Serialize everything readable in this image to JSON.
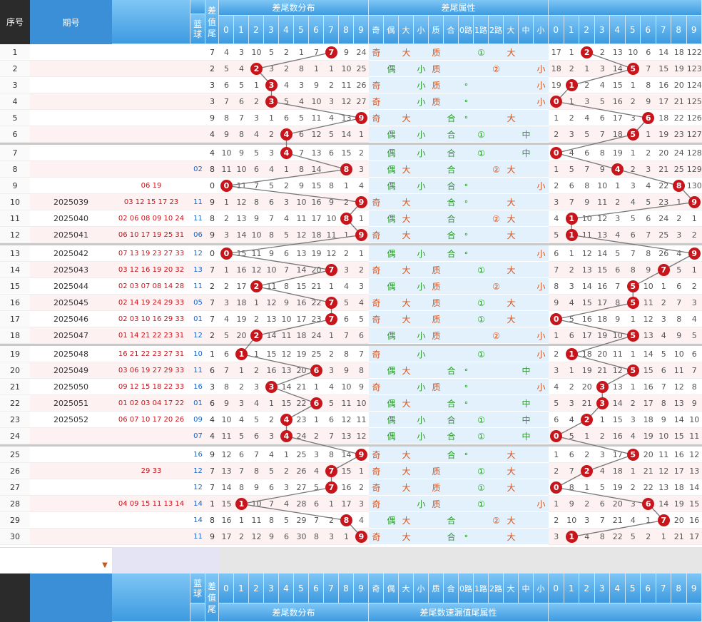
{
  "header": {
    "seq": "序号",
    "period": "期号",
    "blue": "蓝球",
    "diff": "差值尾",
    "dist_title": "差尾数分布",
    "attr_title": "差尾属性",
    "digits": [
      "0",
      "1",
      "2",
      "3",
      "4",
      "5",
      "6",
      "7",
      "8",
      "9"
    ],
    "attrs": [
      "奇",
      "偶",
      "大",
      "小",
      "质",
      "合",
      "0路",
      "1路",
      "2路",
      "大",
      "中",
      "小"
    ]
  },
  "footer": {
    "blue": "蓝球",
    "diff": "差值尾",
    "dist_title": "差尾数分布",
    "attr_title": "差尾数速漏值尾属性"
  },
  "rows": [
    {
      "seq": "1",
      "period": "",
      "reds": "",
      "blue": "",
      "diff": "7",
      "miss": [
        4,
        3,
        10,
        5,
        2,
        1,
        7,
        "",
        9,
        24
      ],
      "attr": [
        "奇",
        "",
        "大",
        "",
        "质",
        "",
        "",
        "①",
        "",
        "大",
        "",
        ""
      ],
      "miss2": [
        17,
        1,
        0,
        2,
        13,
        10,
        6,
        14,
        18,
        122
      ]
    },
    {
      "seq": "2",
      "period": "",
      "reds": "",
      "blue": "",
      "diff": "2",
      "miss": [
        5,
        4,
        "",
        3,
        2,
        8,
        1,
        1,
        10,
        25
      ],
      "attr": [
        "",
        "偶",
        "",
        "小",
        "质",
        "",
        "",
        "",
        "②",
        "",
        "",
        "小"
      ],
      "miss2": [
        18,
        2,
        1,
        3,
        14,
        "",
        7,
        15,
        19,
        123
      ]
    },
    {
      "seq": "3",
      "period": "",
      "reds": "",
      "blue": "",
      "diff": "3",
      "miss": [
        6,
        5,
        1,
        "",
        4,
        3,
        9,
        2,
        11,
        26
      ],
      "attr": [
        "奇",
        "",
        "",
        "小",
        "质",
        "",
        "⚬",
        "",
        "",
        "",
        "",
        "小"
      ],
      "miss2": [
        19,
        "",
        2,
        4,
        15,
        1,
        8,
        16,
        20,
        124
      ]
    },
    {
      "seq": "4",
      "period": "",
      "reds": "",
      "blue": "",
      "diff": "3",
      "miss": [
        7,
        6,
        2,
        "",
        5,
        4,
        10,
        3,
        12,
        27
      ],
      "attr": [
        "奇",
        "",
        "",
        "小",
        "质",
        "",
        "⚬",
        "",
        "",
        "",
        "",
        "小"
      ],
      "miss2": [
        "",
        1,
        3,
        5,
        16,
        2,
        9,
        17,
        21,
        125
      ]
    },
    {
      "seq": "5",
      "period": "",
      "reds": "",
      "blue": "",
      "diff": "9",
      "miss": [
        8,
        7,
        3,
        1,
        6,
        5,
        11,
        4,
        13,
        ""
      ],
      "attr": [
        "奇",
        "",
        "大",
        "",
        "",
        "合",
        "⚬",
        "",
        "",
        "大",
        "",
        ""
      ],
      "miss2": [
        1,
        2,
        4,
        6,
        17,
        3,
        "",
        18,
        22,
        126
      ]
    },
    {
      "seq": "6",
      "period": "",
      "reds": "",
      "blue": "",
      "diff": "4",
      "miss": [
        9,
        8,
        4,
        2,
        "",
        6,
        12,
        5,
        14,
        1
      ],
      "attr": [
        "",
        "偶",
        "",
        "小",
        "",
        "合",
        "",
        "①",
        "",
        "",
        "中",
        ""
      ],
      "miss2": [
        2,
        3,
        5,
        7,
        18,
        "",
        1,
        19,
        23,
        127
      ]
    },
    {
      "seq": "7",
      "period": "",
      "reds": "",
      "blue": "",
      "diff": "4",
      "miss": [
        10,
        9,
        5,
        3,
        "",
        7,
        13,
        6,
        15,
        2
      ],
      "attr": [
        "",
        "偶",
        "",
        "小",
        "",
        "合",
        "",
        "①",
        "",
        "",
        "中",
        ""
      ],
      "miss2": [
        "",
        4,
        6,
        8,
        19,
        1,
        2,
        20,
        24,
        128
      ]
    },
    {
      "seq": "8",
      "period": "",
      "reds": "",
      "blue": "02",
      "diff": "8",
      "miss": [
        11,
        10,
        6,
        4,
        1,
        8,
        14,
        "",
        16,
        3
      ],
      "attr": [
        "",
        "偶",
        "大",
        "",
        "",
        "合",
        "",
        "",
        "②",
        "大",
        "",
        ""
      ],
      "miss2": [
        1,
        5,
        7,
        9,
        "",
        2,
        3,
        21,
        25,
        129
      ]
    },
    {
      "seq": "9",
      "period": "",
      "reds": "06 19",
      "blue": "",
      "diff": "0",
      "miss": [
        "",
        11,
        7,
        5,
        2,
        9,
        15,
        8,
        1,
        4
      ],
      "attr": [
        "",
        "偶",
        "",
        "小",
        "",
        "合",
        "⚬",
        "",
        "",
        "",
        "",
        "小"
      ],
      "miss2": [
        2,
        6,
        8,
        10,
        1,
        3,
        4,
        22,
        "",
        130
      ]
    },
    {
      "seq": "10",
      "period": "2025039",
      "reds": "03 12 15 17 23",
      "blue": "11",
      "diff": "9",
      "miss": [
        1,
        12,
        8,
        6,
        3,
        10,
        16,
        9,
        2,
        ""
      ],
      "attr": [
        "奇",
        "",
        "大",
        "",
        "",
        "合",
        "⚬",
        "",
        "",
        "大",
        "",
        ""
      ],
      "miss2": [
        3,
        7,
        9,
        11,
        2,
        4,
        5,
        23,
        1,
        ""
      ]
    },
    {
      "seq": "11",
      "period": "2025040",
      "reds": "02 06 08 09 10 24",
      "blue": "11",
      "diff": "8",
      "miss": [
        2,
        13,
        9,
        7,
        4,
        11,
        17,
        10,
        "",
        1
      ],
      "attr": [
        "",
        "偶",
        "大",
        "",
        "",
        "合",
        "",
        "",
        "②",
        "大",
        "",
        ""
      ],
      "miss2": [
        4,
        "",
        10,
        12,
        3,
        5,
        6,
        24,
        2,
        1
      ]
    },
    {
      "seq": "12",
      "period": "2025041",
      "reds": "06 10 17 19 25 31",
      "blue": "06",
      "diff": "9",
      "miss": [
        3,
        14,
        10,
        8,
        5,
        12,
        18,
        11,
        1,
        ""
      ],
      "attr": [
        "奇",
        "",
        "大",
        "",
        "",
        "合",
        "⚬",
        "",
        "",
        "大",
        "",
        ""
      ],
      "miss2": [
        5,
        "",
        11,
        13,
        4,
        6,
        7,
        25,
        3,
        2
      ]
    },
    {
      "seq": "13",
      "period": "2025042",
      "reds": "07 13 19 23 27 33",
      "blue": "12",
      "diff": "0",
      "miss": [
        "",
        15,
        11,
        9,
        6,
        13,
        19,
        12,
        2,
        1
      ],
      "attr": [
        "",
        "偶",
        "",
        "小",
        "",
        "合",
        "⚬",
        "",
        "",
        "",
        "",
        "小"
      ],
      "miss2": [
        6,
        1,
        12,
        14,
        5,
        7,
        8,
        26,
        4,
        ""
      ]
    },
    {
      "seq": "14",
      "period": "2025043",
      "reds": "03 12 16 19 20 32",
      "blue": "13",
      "diff": "7",
      "miss": [
        1,
        16,
        12,
        10,
        7,
        14,
        20,
        "",
        3,
        2
      ],
      "attr": [
        "奇",
        "",
        "大",
        "",
        "质",
        "",
        "",
        "①",
        "",
        "大",
        "",
        ""
      ],
      "miss2": [
        7,
        2,
        13,
        15,
        6,
        8,
        9,
        "",
        5,
        1
      ]
    },
    {
      "seq": "15",
      "period": "2025044",
      "reds": "02 03 07 08 14 28",
      "blue": "11",
      "diff": "2",
      "miss": [
        2,
        17,
        "",
        11,
        8,
        15,
        21,
        1,
        4,
        3
      ],
      "attr": [
        "",
        "偶",
        "",
        "小",
        "质",
        "",
        "",
        "",
        "②",
        "",
        "",
        "小"
      ],
      "miss2": [
        8,
        3,
        14,
        16,
        7,
        "",
        10,
        1,
        6,
        2
      ]
    },
    {
      "seq": "16",
      "period": "2025045",
      "reds": "02 14 19 24 29 33",
      "blue": "05",
      "diff": "7",
      "miss": [
        3,
        18,
        1,
        12,
        9,
        16,
        22,
        "",
        5,
        4
      ],
      "attr": [
        "奇",
        "",
        "大",
        "",
        "质",
        "",
        "",
        "①",
        "",
        "大",
        "",
        ""
      ],
      "miss2": [
        9,
        4,
        15,
        17,
        8,
        "",
        11,
        2,
        7,
        3
      ]
    },
    {
      "seq": "17",
      "period": "2025046",
      "reds": "02 03 10 16 29 33",
      "blue": "01",
      "diff": "7",
      "miss": [
        4,
        19,
        2,
        13,
        10,
        17,
        23,
        "",
        6,
        5
      ],
      "attr": [
        "奇",
        "",
        "大",
        "",
        "质",
        "",
        "",
        "①",
        "",
        "大",
        "",
        ""
      ],
      "miss2": [
        "",
        5,
        16,
        18,
        9,
        1,
        12,
        3,
        8,
        4
      ]
    },
    {
      "seq": "18",
      "period": "2025047",
      "reds": "01 14 21 22 23 31",
      "blue": "12",
      "diff": "2",
      "miss": [
        5,
        20,
        "",
        14,
        11,
        18,
        24,
        1,
        7,
        6
      ],
      "attr": [
        "",
        "偶",
        "",
        "小",
        "质",
        "",
        "",
        "",
        "②",
        "",
        "",
        "小"
      ],
      "miss2": [
        1,
        6,
        17,
        19,
        10,
        "",
        13,
        4,
        9,
        5
      ]
    },
    {
      "seq": "19",
      "period": "2025048",
      "reds": "16 21 22 23 27 31",
      "blue": "10",
      "diff": "1",
      "miss": [
        6,
        "",
        1,
        15,
        12,
        19,
        25,
        2,
        8,
        7
      ],
      "attr": [
        "奇",
        "",
        "",
        "小",
        "",
        "",
        "",
        "①",
        "",
        "",
        "",
        "小"
      ],
      "miss2": [
        2,
        "",
        18,
        20,
        11,
        1,
        14,
        5,
        10,
        6
      ]
    },
    {
      "seq": "20",
      "period": "2025049",
      "reds": "03 06 19 27 29 33",
      "blue": "11",
      "diff": "6",
      "miss": [
        7,
        1,
        2,
        16,
        13,
        20,
        "",
        3,
        9,
        8
      ],
      "attr": [
        "",
        "偶",
        "大",
        "",
        "",
        "合",
        "⚬",
        "",
        "",
        "",
        "中",
        ""
      ],
      "miss2": [
        3,
        1,
        19,
        21,
        12,
        "",
        15,
        6,
        11,
        7
      ]
    },
    {
      "seq": "21",
      "period": "2025050",
      "reds": "09 12 15 18 22 33",
      "blue": "16",
      "diff": "3",
      "miss": [
        8,
        2,
        3,
        "",
        14,
        21,
        1,
        4,
        10,
        9
      ],
      "attr": [
        "奇",
        "",
        "",
        "小",
        "质",
        "",
        "⚬",
        "",
        "",
        "",
        "",
        "小"
      ],
      "miss2": [
        4,
        2,
        20,
        "",
        13,
        1,
        16,
        7,
        12,
        8
      ]
    },
    {
      "seq": "22",
      "period": "2025051",
      "reds": "01 02 03 04 17 22",
      "blue": "01",
      "diff": "6",
      "miss": [
        9,
        3,
        4,
        1,
        15,
        22,
        "",
        5,
        11,
        10
      ],
      "attr": [
        "",
        "偶",
        "大",
        "",
        "",
        "合",
        "⚬",
        "",
        "",
        "",
        "中",
        ""
      ],
      "miss2": [
        5,
        3,
        21,
        "",
        14,
        2,
        17,
        8,
        13,
        9
      ]
    },
    {
      "seq": "23",
      "period": "2025052",
      "reds": "06 07 10 17 20 26",
      "blue": "09",
      "diff": "4",
      "miss": [
        10,
        4,
        5,
        2,
        "",
        23,
        1,
        6,
        12,
        11
      ],
      "attr": [
        "",
        "偶",
        "",
        "小",
        "",
        "合",
        "",
        "①",
        "",
        "",
        "中",
        ""
      ],
      "miss2": [
        6,
        4,
        "",
        1,
        15,
        3,
        18,
        9,
        14,
        10
      ]
    },
    {
      "seq": "24",
      "period": "",
      "reds": "",
      "blue": "07",
      "diff": "4",
      "miss": [
        11,
        5,
        6,
        3,
        "",
        24,
        2,
        7,
        13,
        12
      ],
      "attr": [
        "",
        "偶",
        "",
        "小",
        "",
        "合",
        "",
        "①",
        "",
        "",
        "中",
        ""
      ],
      "miss2": [
        "",
        5,
        1,
        2,
        16,
        4,
        19,
        10,
        15,
        11
      ]
    },
    {
      "seq": "25",
      "period": "",
      "reds": "",
      "blue": "16",
      "diff": "9",
      "miss": [
        12,
        6,
        7,
        4,
        1,
        25,
        3,
        8,
        14,
        ""
      ],
      "attr": [
        "奇",
        "",
        "大",
        "",
        "",
        "合",
        "⚬",
        "",
        "",
        "大",
        "",
        ""
      ],
      "miss2": [
        1,
        6,
        2,
        3,
        17,
        "",
        20,
        11,
        16,
        12
      ]
    },
    {
      "seq": "26",
      "period": "",
      "reds": "29 33",
      "blue": "12",
      "diff": "7",
      "miss": [
        13,
        7,
        8,
        5,
        2,
        26,
        4,
        "",
        15,
        1
      ],
      "attr": [
        "奇",
        "",
        "大",
        "",
        "质",
        "",
        "",
        "①",
        "",
        "大",
        "",
        ""
      ],
      "miss2": [
        2,
        7,
        "",
        4,
        18,
        1,
        21,
        12,
        17,
        13
      ]
    },
    {
      "seq": "27",
      "period": "",
      "reds": "",
      "blue": "12",
      "diff": "7",
      "miss": [
        14,
        8,
        9,
        6,
        3,
        27,
        5,
        "",
        16,
        2
      ],
      "attr": [
        "奇",
        "",
        "大",
        "",
        "质",
        "",
        "",
        "①",
        "",
        "大",
        "",
        ""
      ],
      "miss2": [
        "",
        8,
        1,
        5,
        19,
        2,
        22,
        13,
        18,
        14
      ]
    },
    {
      "seq": "28",
      "period": "",
      "reds": "04 09 15 11 13 14",
      "blue": "14",
      "diff": "1",
      "miss": [
        15,
        "",
        10,
        7,
        4,
        28,
        6,
        1,
        17,
        3
      ],
      "attr": [
        "奇",
        "",
        "",
        "小",
        "质",
        "",
        "",
        "①",
        "",
        "",
        "",
        "小"
      ],
      "miss2": [
        1,
        9,
        2,
        6,
        20,
        3,
        "",
        14,
        19,
        15
      ]
    },
    {
      "seq": "29",
      "period": "",
      "reds": "",
      "blue": "14",
      "diff": "8",
      "miss": [
        16,
        1,
        11,
        8,
        5,
        29,
        7,
        2,
        "",
        4
      ],
      "attr": [
        "",
        "偶",
        "大",
        "",
        "",
        "合",
        "",
        "",
        "②",
        "大",
        "",
        ""
      ],
      "miss2": [
        2,
        10,
        3,
        7,
        21,
        4,
        1,
        "",
        20,
        16
      ]
    },
    {
      "seq": "30",
      "period": "",
      "reds": "",
      "blue": "11",
      "diff": "9",
      "miss": [
        17,
        2,
        12,
        9,
        6,
        30,
        8,
        3,
        1,
        ""
      ],
      "attr": [
        "奇",
        "",
        "大",
        "",
        "",
        "合",
        "⚬",
        "",
        "",
        "大",
        "",
        ""
      ],
      "miss2": [
        3,
        "",
        4,
        8,
        22,
        5,
        2,
        1,
        21,
        17
      ]
    }
  ],
  "balls": [
    7,
    2,
    3,
    3,
    9,
    4,
    4,
    8,
    0,
    9,
    8,
    9,
    0,
    7,
    2,
    7,
    7,
    2,
    1,
    6,
    3,
    6,
    4,
    4,
    9,
    7,
    7,
    1,
    8,
    9
  ],
  "balls2": [
    2,
    5,
    1,
    0,
    6,
    5,
    0,
    4,
    8,
    9,
    1,
    1,
    9,
    7,
    5,
    5,
    0,
    5,
    1,
    5,
    3,
    3,
    2,
    0,
    5,
    2,
    0,
    6,
    7,
    1
  ],
  "colors": {
    "ball": "#c8141b",
    "attr_red": "#d9541e",
    "attr_green": "#2b9a2b",
    "dist_bg": "#ffffff",
    "attr_bg": "#e2f1fb"
  }
}
